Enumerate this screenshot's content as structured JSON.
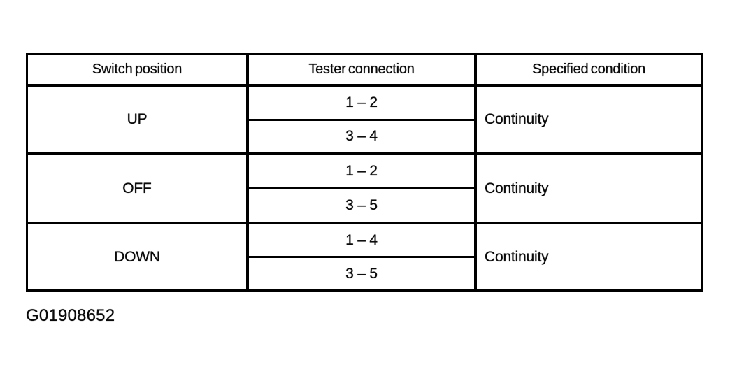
{
  "table": {
    "headers": [
      "Switch position",
      "Tester connection",
      "Specified condition"
    ],
    "rows": [
      {
        "switch_position": "UP",
        "tester_connections": [
          "1 – 2",
          "3 – 4"
        ],
        "specified_condition": "Continuity"
      },
      {
        "switch_position": "OFF",
        "tester_connections": [
          "1 – 2",
          "3 – 5"
        ],
        "specified_condition": "Continuity"
      },
      {
        "switch_position": "DOWN",
        "tester_connections": [
          "1 – 4",
          "3 – 5"
        ],
        "specified_condition": "Continuity"
      }
    ]
  },
  "figure_id": "G01908652",
  "colors": {
    "ink": "#0a0a0a",
    "paper": "#ffffff"
  }
}
